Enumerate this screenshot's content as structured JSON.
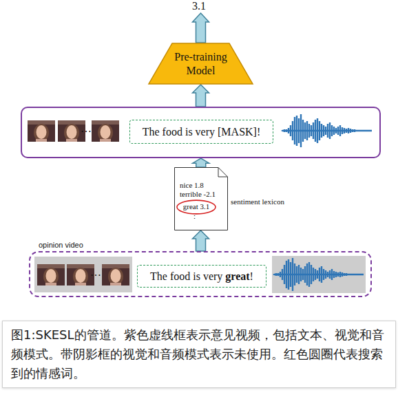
{
  "diagram": {
    "caption": "图1:SKESL的管道。紫色虚线框表示意见视频，包括文本、视觉和音频模式。带阴影框的视觉和音频模式表示未使用。红色圆圈代表搜索到的情感词。",
    "nodes": [
      {
        "text": [
          "Pre-training Model"
        ]
      },
      {
        "text": []
      },
      {
        "text": [
          "The food is very [MASK]!"
        ],
        "in": 1
      },
      {
        "text": [
          "nice 1.8",
          "terrible -2.1",
          "⋮",
          "sentiment lexicon"
        ]
      },
      {
        "text": [
          "great 3.1"
        ],
        "in": 3
      },
      {
        "text": [
          "opinion video"
        ]
      },
      {
        "text": [
          "The food is very great!"
        ],
        "in": 5
      }
    ],
    "edges": [
      {
        "from": 5,
        "to": 3,
        "arrow": "to"
      },
      {
        "from": 3,
        "to": 1,
        "arrow": "to"
      },
      {
        "from": 1,
        "to": 0,
        "arrow": "to"
      }
    ],
    "labels": [
      "3.1",
      "…",
      "…"
    ]
  }
}
